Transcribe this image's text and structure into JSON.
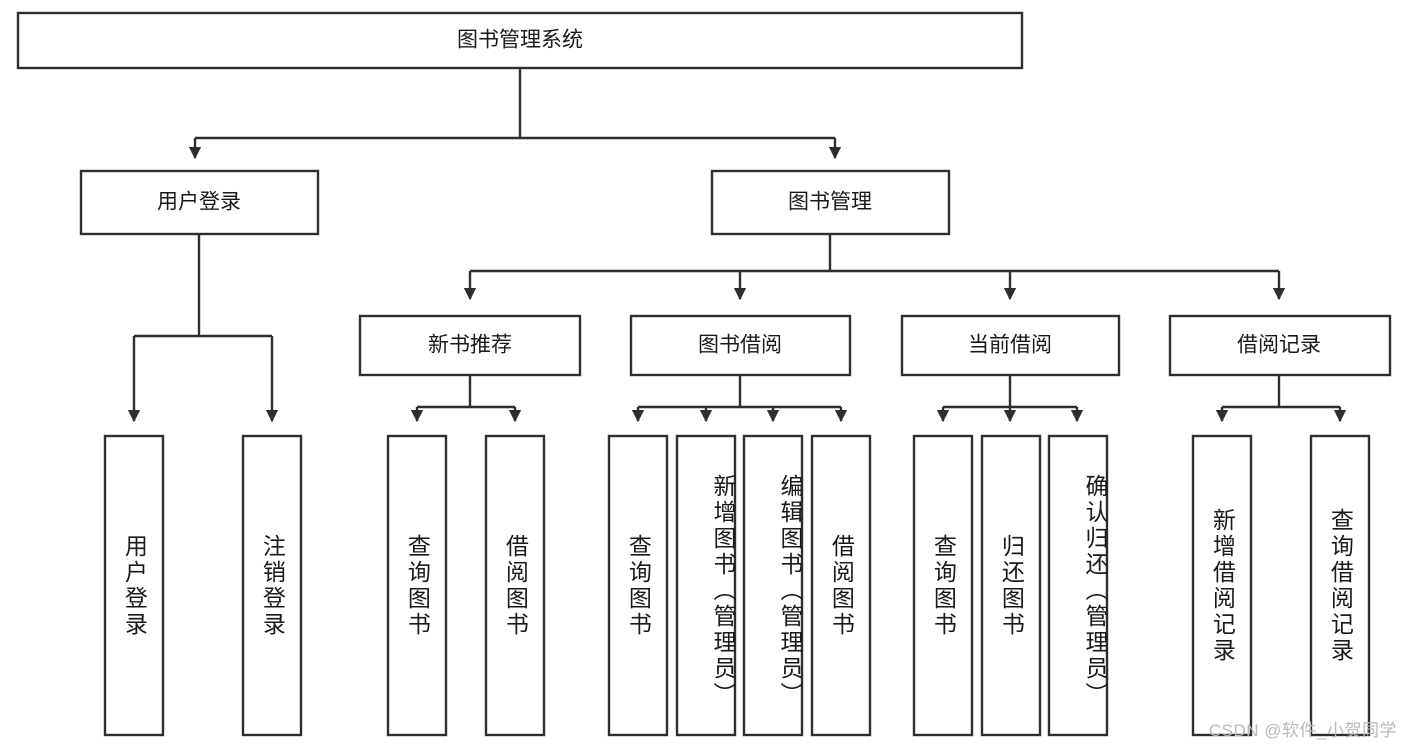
{
  "diagram": {
    "title": "图书管理系统",
    "watermark": "CSDN @软件_小贺同学",
    "colors": {
      "stroke": "#2e2e2e",
      "box_fill": "#ffffff",
      "text": "#1a1a1a",
      "background": "#ffffff",
      "watermark": "#b9b9b9"
    },
    "root": {
      "label": "图书管理系统"
    },
    "level2": [
      {
        "label": "用户登录"
      },
      {
        "label": "图书管理"
      }
    ],
    "level3": [
      {
        "label": "新书推荐"
      },
      {
        "label": "图书借阅"
      },
      {
        "label": "当前借阅"
      },
      {
        "label": "借阅记录"
      }
    ],
    "leaves": {
      "user_login": [
        {
          "label": "用户登录"
        },
        {
          "label": "注销登录"
        }
      ],
      "new_book": [
        {
          "label": "查询图书"
        },
        {
          "label": "借阅图书"
        }
      ],
      "book_borrow": [
        {
          "label": "查询图书"
        },
        {
          "label": "新增图书（管理员）"
        },
        {
          "label": "编辑图书（管理员）"
        },
        {
          "label": "借阅图书"
        }
      ],
      "current_borrow": [
        {
          "label": "查询图书"
        },
        {
          "label": "归还图书"
        },
        {
          "label": "确认归还（管理员）"
        }
      ],
      "borrow_record": [
        {
          "label": "新增借阅记录"
        },
        {
          "label": "查询借阅记录"
        }
      ]
    }
  }
}
